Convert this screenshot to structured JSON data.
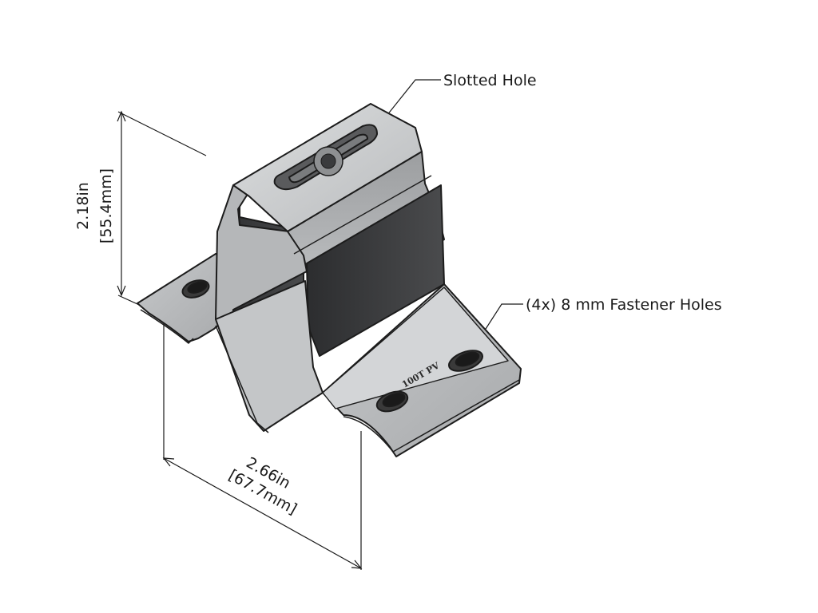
{
  "callouts": {
    "slotted_hole": "Slotted Hole",
    "fastener_holes": "(4x) 8 mm Fastener Holes"
  },
  "dimensions": {
    "height_in": "2.18in",
    "height_mm": "[55.4mm]",
    "width_in": "2.66in",
    "width_mm": "[67.7mm]"
  },
  "part_marking": "100T PV",
  "colors": {
    "light_face": "#c9cbcd",
    "mid_face": "#a6a8aa",
    "dark_face": "#3b3c3e",
    "outline": "#1c1c1c"
  }
}
